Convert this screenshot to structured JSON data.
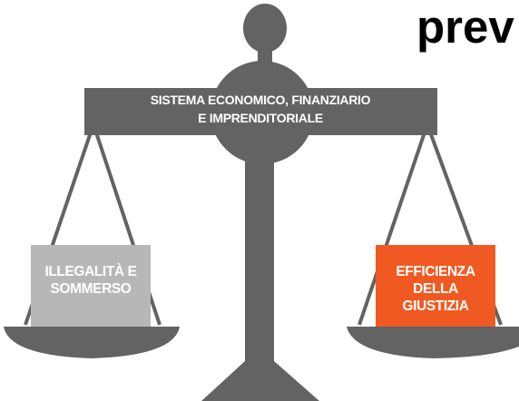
{
  "heading": "prev",
  "scale": {
    "beam_label": {
      "line1": "SISTEMA ECONOMICO, FINANZIARIO",
      "line2": "E IMPRENDITORIALE"
    },
    "left_pan": {
      "line1": "ILLEGALITÀ E",
      "line2": "SOMMERSO"
    },
    "right_pan": {
      "line1": "EFFICIENZA",
      "line2": "DELLA",
      "line3": "GIUSTIZIA"
    }
  },
  "colors": {
    "scale": "#636363",
    "left_box": "#b7b7b7",
    "right_box": "#f05a22",
    "text_on_scale": "#ffffff",
    "heading": "#000000"
  }
}
